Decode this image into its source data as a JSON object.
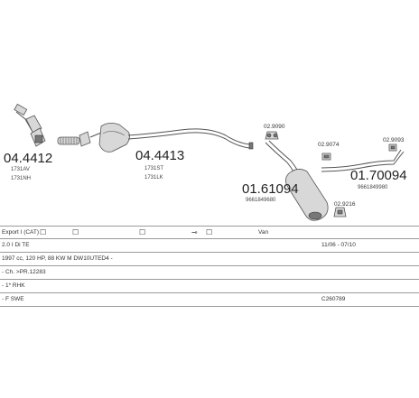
{
  "parts": {
    "manifold": {
      "code": "04.4412",
      "refs": [
        "1731AV",
        "1731NH"
      ]
    },
    "catalyst": {
      "code": "04.4413",
      "refs": [
        "1731ST",
        "1731LK"
      ]
    },
    "middle_silencer": {
      "code": "01.61094",
      "refs": [
        "9661849680"
      ]
    },
    "rear_pipe": {
      "code": "01.70094",
      "refs": [
        "9661849980"
      ]
    },
    "small_parts": [
      {
        "code": "02.9090"
      },
      {
        "code": "02.9074"
      },
      {
        "code": "02.9093"
      },
      {
        "code": "02.9216"
      }
    ]
  },
  "info": {
    "row1": {
      "label": "Export I (CAT)",
      "link_glyph": "⊸",
      "type": "Van"
    },
    "row2": {
      "model": "2.0 I Di TE",
      "period": "11/06 - 07/10"
    },
    "row3": {
      "engine": "1997 cc, 120 HP, 88 KW M DW10UTED4 -"
    },
    "row4": {
      "extra": "- Ch. >PR.12283"
    },
    "row5": {
      "extra": "- 1* RHK"
    },
    "row6": {
      "extra": "- F SWE",
      "code": "C260789"
    }
  },
  "icons": {
    "row1_square_1": "square-icon",
    "row1_square_2": "square-icon",
    "row1_square_3": "square-icon",
    "row1_link": "exhaust-link-icon",
    "row1_square_4": "square-icon"
  },
  "colors": {
    "line": "#555555",
    "border": "#9a9a9a",
    "text": "#222222"
  }
}
